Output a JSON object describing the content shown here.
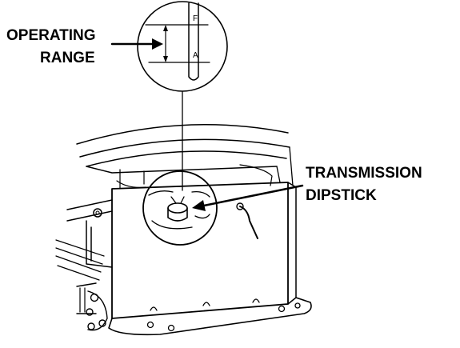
{
  "callouts": {
    "operating_range": [
      "OPERATING",
      "RANGE"
    ],
    "transmission_dipstick": [
      "TRANSMISSION",
      "DIPSTICK"
    ]
  },
  "dipstick_scale": {
    "upper_mark": "F",
    "lower_mark": "A"
  },
  "colors": {
    "ink": "#000000",
    "background": "#ffffff"
  }
}
